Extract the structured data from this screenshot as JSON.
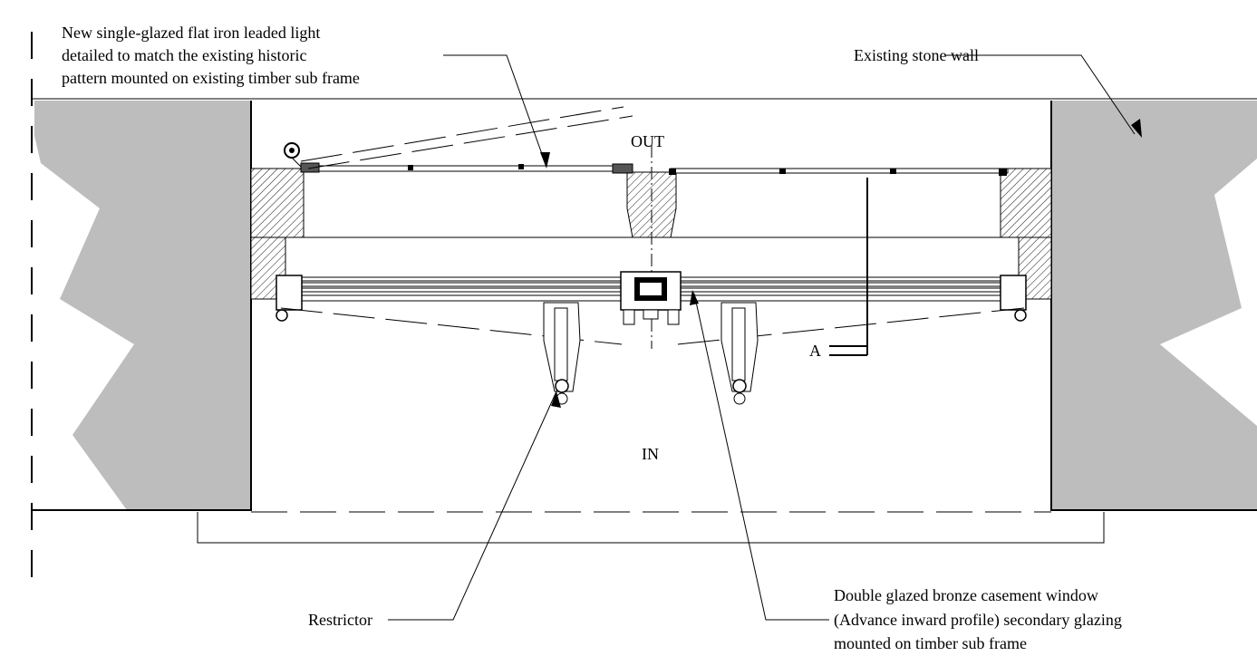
{
  "labels": {
    "leaded_light_line1": "New single-glazed flat iron leaded light",
    "leaded_light_line2": "detailed to match the existing historic",
    "leaded_light_line3": "pattern mounted on existing timber sub frame",
    "stone_wall": "Existing stone wall",
    "out": "OUT",
    "in": "IN",
    "section_marker": "A",
    "restrictor": "Restrictor",
    "casement_line1": "Double glazed bronze casement window",
    "casement_line2": "(Advance inward profile) secondary glazing",
    "casement_line3": "mounted on timber sub frame"
  },
  "colors": {
    "stone_fill": "#bdbdbd",
    "line": "#000000",
    "frame_fill": "#ffffff"
  }
}
